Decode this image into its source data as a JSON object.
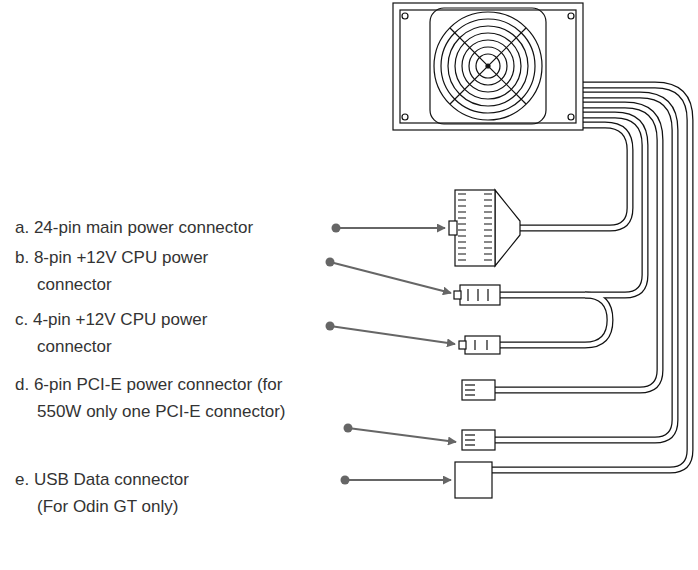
{
  "diagram": {
    "labels": [
      "a. 24-pin main power connector",
      "b. 8-pin +12V CPU power connector",
      "c. 4-pin +12V CPU power connector",
      "d. 6-pin PCI-E power connector (for 550W only one PCI-E connector)",
      "e. USB Data connector (For Odin GT only)"
    ]
  }
}
